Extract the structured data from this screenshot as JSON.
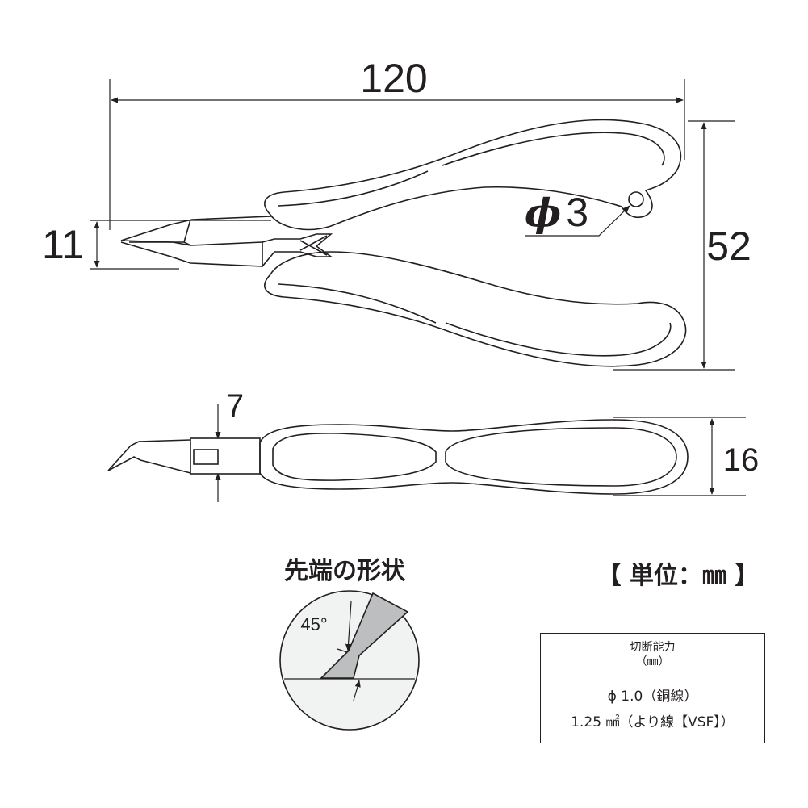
{
  "dimensions": {
    "overall_length": "120",
    "head_width": "11",
    "overall_height": "52",
    "hole_symbol": "ϕ",
    "hole_diameter": "3",
    "tip_thickness": "7",
    "handle_thickness": "16"
  },
  "tip_shape": {
    "heading": "先端の形状",
    "angle_label": "45°"
  },
  "unit_label": "【 単位：㎜ 】",
  "spec_table": {
    "header_line1": "切断能力",
    "header_line2": "（㎜）",
    "row1": "ϕ 1.0（銅線）",
    "row2": "1.25 ㎟（より線【VSF】）"
  },
  "colors": {
    "ink": "#231f20",
    "paper": "#ffffff",
    "blade_fill": "#bcbec0",
    "circle_fill": "#f1f2f2"
  }
}
